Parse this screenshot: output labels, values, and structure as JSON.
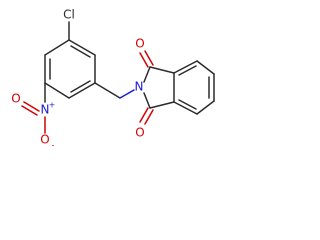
{
  "molecule": {
    "atoms": {
      "cl": {
        "label": "Cl",
        "color": "#2b2b2b"
      },
      "n_nitro": {
        "label": "N",
        "color": "#1a1ad4"
      },
      "n_nitro_charge": {
        "label": "+",
        "color": "#1a1ad4"
      },
      "o_nitro_left": {
        "label": "O",
        "color": "#d40000"
      },
      "o_nitro_bottom": {
        "label": "O",
        "color": "#d40000"
      },
      "o_nitro_charge": {
        "label": "-",
        "color": "#d40000"
      },
      "n_imide": {
        "label": "N",
        "color": "#1a1ad4"
      },
      "o_carbonyl_top": {
        "label": "O",
        "color": "#d40000"
      },
      "o_carbonyl_bottom": {
        "label": "O",
        "color": "#d40000"
      }
    }
  }
}
